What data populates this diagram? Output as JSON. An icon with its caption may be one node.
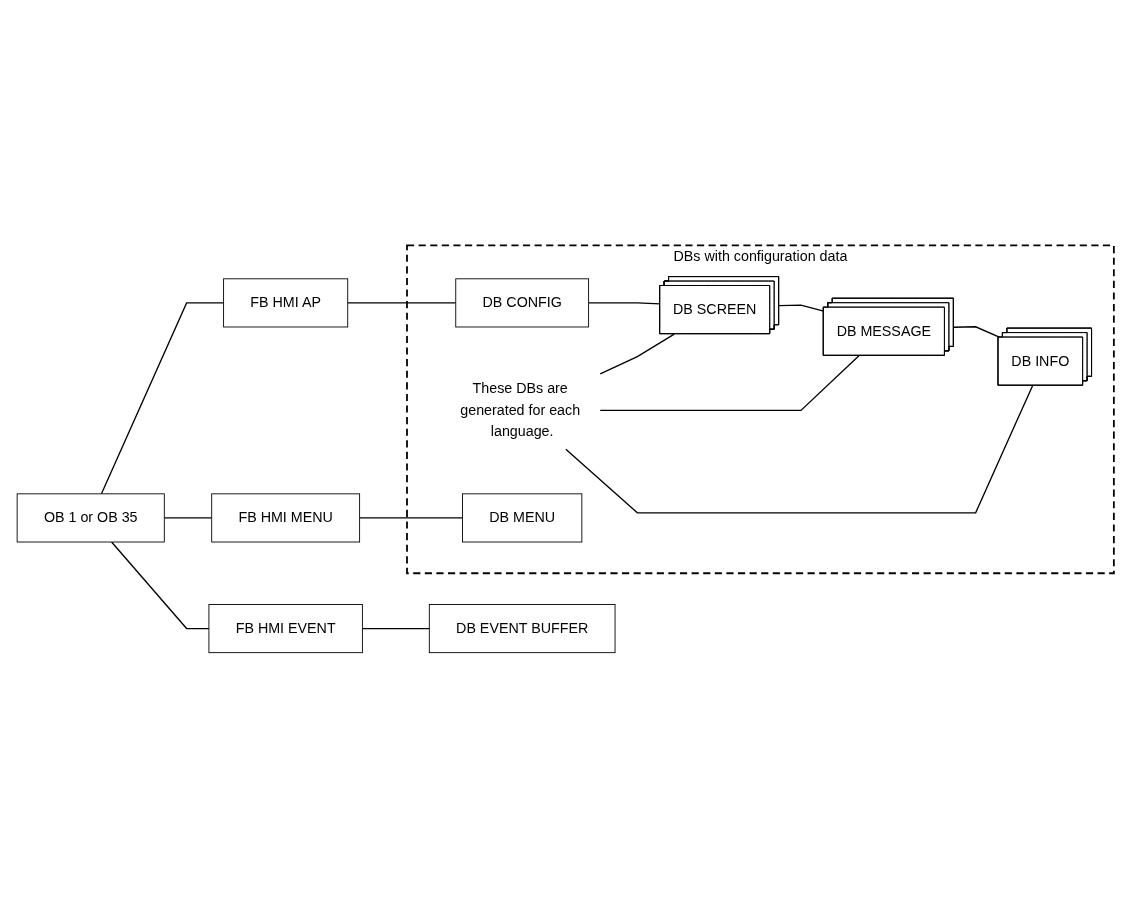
{
  "diagram": {
    "nodes": [
      {
        "text": [
          "OB 1 or OB 35"
        ]
      },
      {
        "text": [
          "FB HMI AP"
        ]
      },
      {
        "text": [
          "FB HMI EVENT"
        ]
      },
      {
        "text": [
          "DB EVENT BUFFER"
        ]
      },
      {
        "text": [
          "FB HMI MENU"
        ]
      },
      {
        "text": [
          "DBs with configuration data"
        ]
      },
      {
        "text": [
          "DB CONFIG"
        ],
        "in": 5
      },
      {
        "text": [
          "DB SCREEN"
        ],
        "in": 5
      },
      {
        "text": [
          "DB MESSAGE"
        ],
        "in": 5
      },
      {
        "text": [
          "DB INFO"
        ],
        "in": 5
      },
      {
        "text": [
          "These DBs are generated for each language."
        ],
        "in": 5
      },
      {
        "text": [
          "DB MENU"
        ],
        "in": 5
      }
    ],
    "edges": [
      {
        "from": 0,
        "to": 1,
        "arrow": "none"
      },
      {
        "from": 0,
        "to": 2,
        "arrow": "none"
      },
      {
        "from": 0,
        "to": 4,
        "arrow": "none"
      },
      {
        "from": 1,
        "to": 6,
        "arrow": "none"
      },
      {
        "from": 6,
        "to": 7,
        "arrow": "none"
      },
      {
        "from": 7,
        "to": 8,
        "arrow": "none"
      },
      {
        "from": 8,
        "to": 9,
        "arrow": "none"
      },
      {
        "from": 2,
        "to": 3,
        "arrow": "none"
      },
      {
        "from": 4,
        "to": 11,
        "arrow": "none"
      },
      {
        "from": 10,
        "to": 7,
        "arrow": "none"
      },
      {
        "from": 10,
        "to": 8,
        "arrow": "none"
      },
      {
        "from": 10,
        "to": 9,
        "arrow": "none"
      }
    ]
  }
}
